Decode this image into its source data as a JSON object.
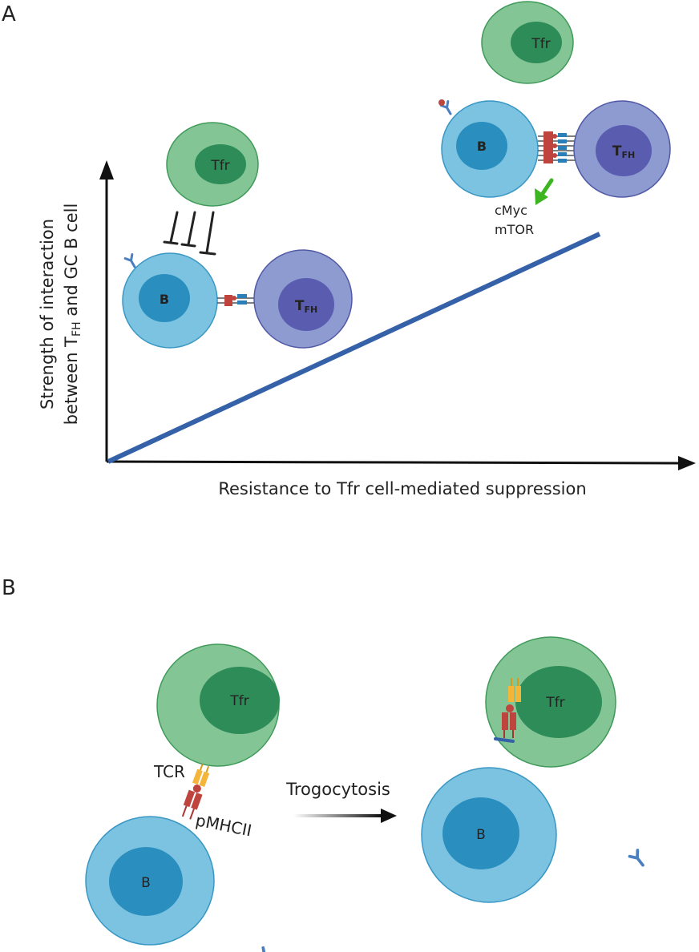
{
  "colors": {
    "tfr_outer": "#84c596",
    "tfr_outer_stroke": "#3f9a5a",
    "tfr_nucleus": "#2d8c57",
    "b_outer": "#7bc3e0",
    "b_outer_stroke": "#3a97c4",
    "b_nucleus": "#2a8fbf",
    "tfh_outer": "#8d9bd0",
    "tfh_outer_stroke": "#5159a6",
    "tfh_nucleus": "#5a5cb0",
    "trend_line": "#3461a8",
    "axis": "#111111",
    "inhibit": "#222222",
    "green_arrow": "#3cb521",
    "mhc": "#c0443e",
    "tcr": "#f3b63a",
    "antibody": "#4a7fc1"
  },
  "panel_a": {
    "label": "A",
    "y_axis_line1": "Strength of interaction",
    "y_axis_line2_pre": "between T",
    "y_axis_line2_sub": "FH",
    "y_axis_line2_post": " and GC B cell",
    "x_axis": "Resistance to Tfr cell-mediated suppression",
    "low_strength": {
      "tfr": "Tfr",
      "b": "B",
      "tfh_main": "T",
      "tfh_sub": "FH"
    },
    "high_strength": {
      "tfr": "Tfr",
      "b": "B",
      "tfh_main": "T",
      "tfh_sub": "FH",
      "signal_1": "cMyc",
      "signal_2": "mTOR"
    }
  },
  "panel_b": {
    "label": "B",
    "before": {
      "tfr": "Tfr",
      "b": "B",
      "tcr": "TCR",
      "pmhc": "pMHCII"
    },
    "process": "Trogocytosis",
    "after": {
      "tfr": "Tfr",
      "b": "B"
    }
  }
}
